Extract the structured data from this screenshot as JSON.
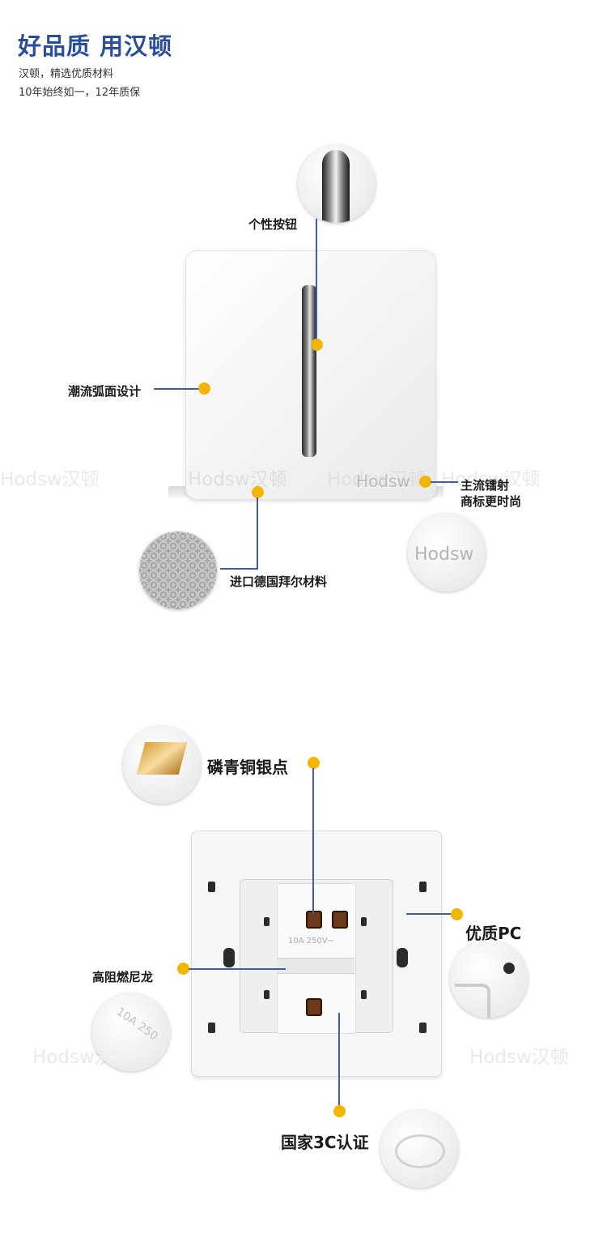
{
  "header": {
    "title": "好品质 用汉顿",
    "line1": "汉顿，精选优质材料",
    "line2": "10年始终如一，12年质保"
  },
  "brand": {
    "logo": "Hodsw",
    "watermark": "Hodsw汉顿"
  },
  "front": {
    "button_label": "个性按钮",
    "curve_label": "潮流弧面设计",
    "laser_label_1": "主流镭射",
    "laser_label_2": "商标更时尚",
    "material_label": "进口德国拜尔材料"
  },
  "back": {
    "contact_label": "磷青铜银点",
    "pc_label": "优质PC",
    "nylon_label": "高阻燃尼龙",
    "cert_label": "国家3C认证",
    "rating": "10A 250V~",
    "circle_rating": "10A 250"
  },
  "colors": {
    "title": "#2a4e9b",
    "dot": "#f2b600",
    "line": "#3b5fae"
  }
}
